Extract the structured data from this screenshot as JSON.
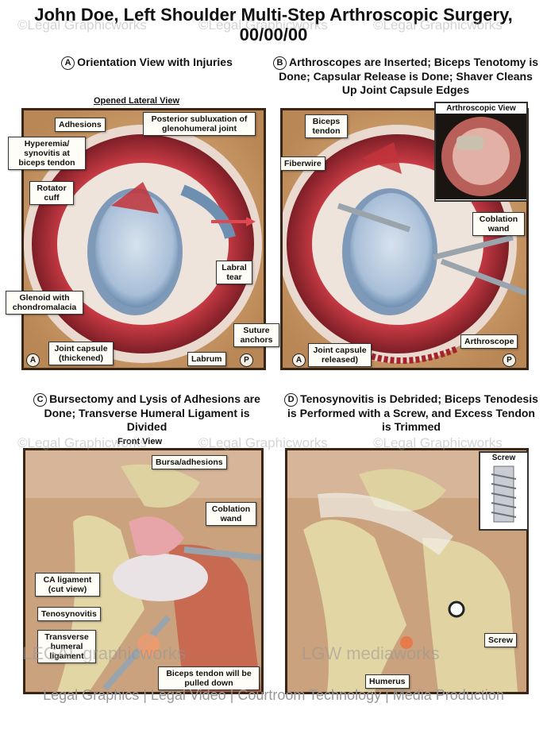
{
  "title": "John Doe, Left Shoulder Multi-Step Arthroscopic Surgery, 00/00/00",
  "watermark": "©Legal Graphicworks",
  "panels": {
    "a": {
      "badge": "A",
      "caption": "Orientation View with Injuries",
      "subcaption": "Opened Lateral View",
      "labels": {
        "adhesions": "Adhesions",
        "posterior": "Posterior subluxation of glenohumeral joint",
        "hyperemia": "Hyperemia/ synovitis at biceps tendon",
        "rotator": "Rotator cuff",
        "labral": "Labral tear",
        "glenoid": "Glenoid with chondromalacia",
        "suture": "Suture anchors",
        "capsule": "Joint capsule (thickened)",
        "labrum": "Labrum"
      },
      "corner_left": "A",
      "corner_right": "P"
    },
    "b": {
      "badge": "B",
      "caption": "Arthroscopes are Inserted; Biceps Tenotomy is Done; Capsular Release is Done; Shaver Cleans Up Joint Capsule Edges",
      "labels": {
        "inset": "Arthroscopic View",
        "biceps": "Biceps tendon",
        "fiberwire": "Fiberwire",
        "coblation": "Coblation wand",
        "arthroscope": "Arthroscope",
        "capsule": "Joint capsule released)"
      },
      "corner_left": "A",
      "corner_right": "P"
    },
    "c": {
      "badge": "C",
      "caption": "Bursectomy and Lysis of Adhesions are Done; Transverse Humeral Ligament is Divided",
      "subcaption": "Front View",
      "labels": {
        "bursa": "Bursa/adhesions",
        "coblation": "Coblation wand",
        "ca": "CA ligament (cut view)",
        "teno": "Tenosynovitis",
        "transverse": "Transverse humeral ligament",
        "biceps": "Biceps tendon will be pulled down"
      }
    },
    "d": {
      "badge": "D",
      "caption": "Tenosynovitis is Debrided; Biceps Tenodesis is Performed with a Screw, and Excess Tendon is Trimmed",
      "labels": {
        "screw_inset": "Screw",
        "screw": "Screw",
        "humerus": "Humerus"
      }
    }
  },
  "logo": {
    "left": "LEGAL graphicworks",
    "right": "LGW mediaworks"
  },
  "footer": "Legal Graphics | Legal Video | Courtroom Technology | Media Production",
  "colors": {
    "panel_border": "#3a2616",
    "tissue_red": "#c8363a",
    "glenoid_blue": "#9fb7d3",
    "bone": "#e2d6a7"
  }
}
